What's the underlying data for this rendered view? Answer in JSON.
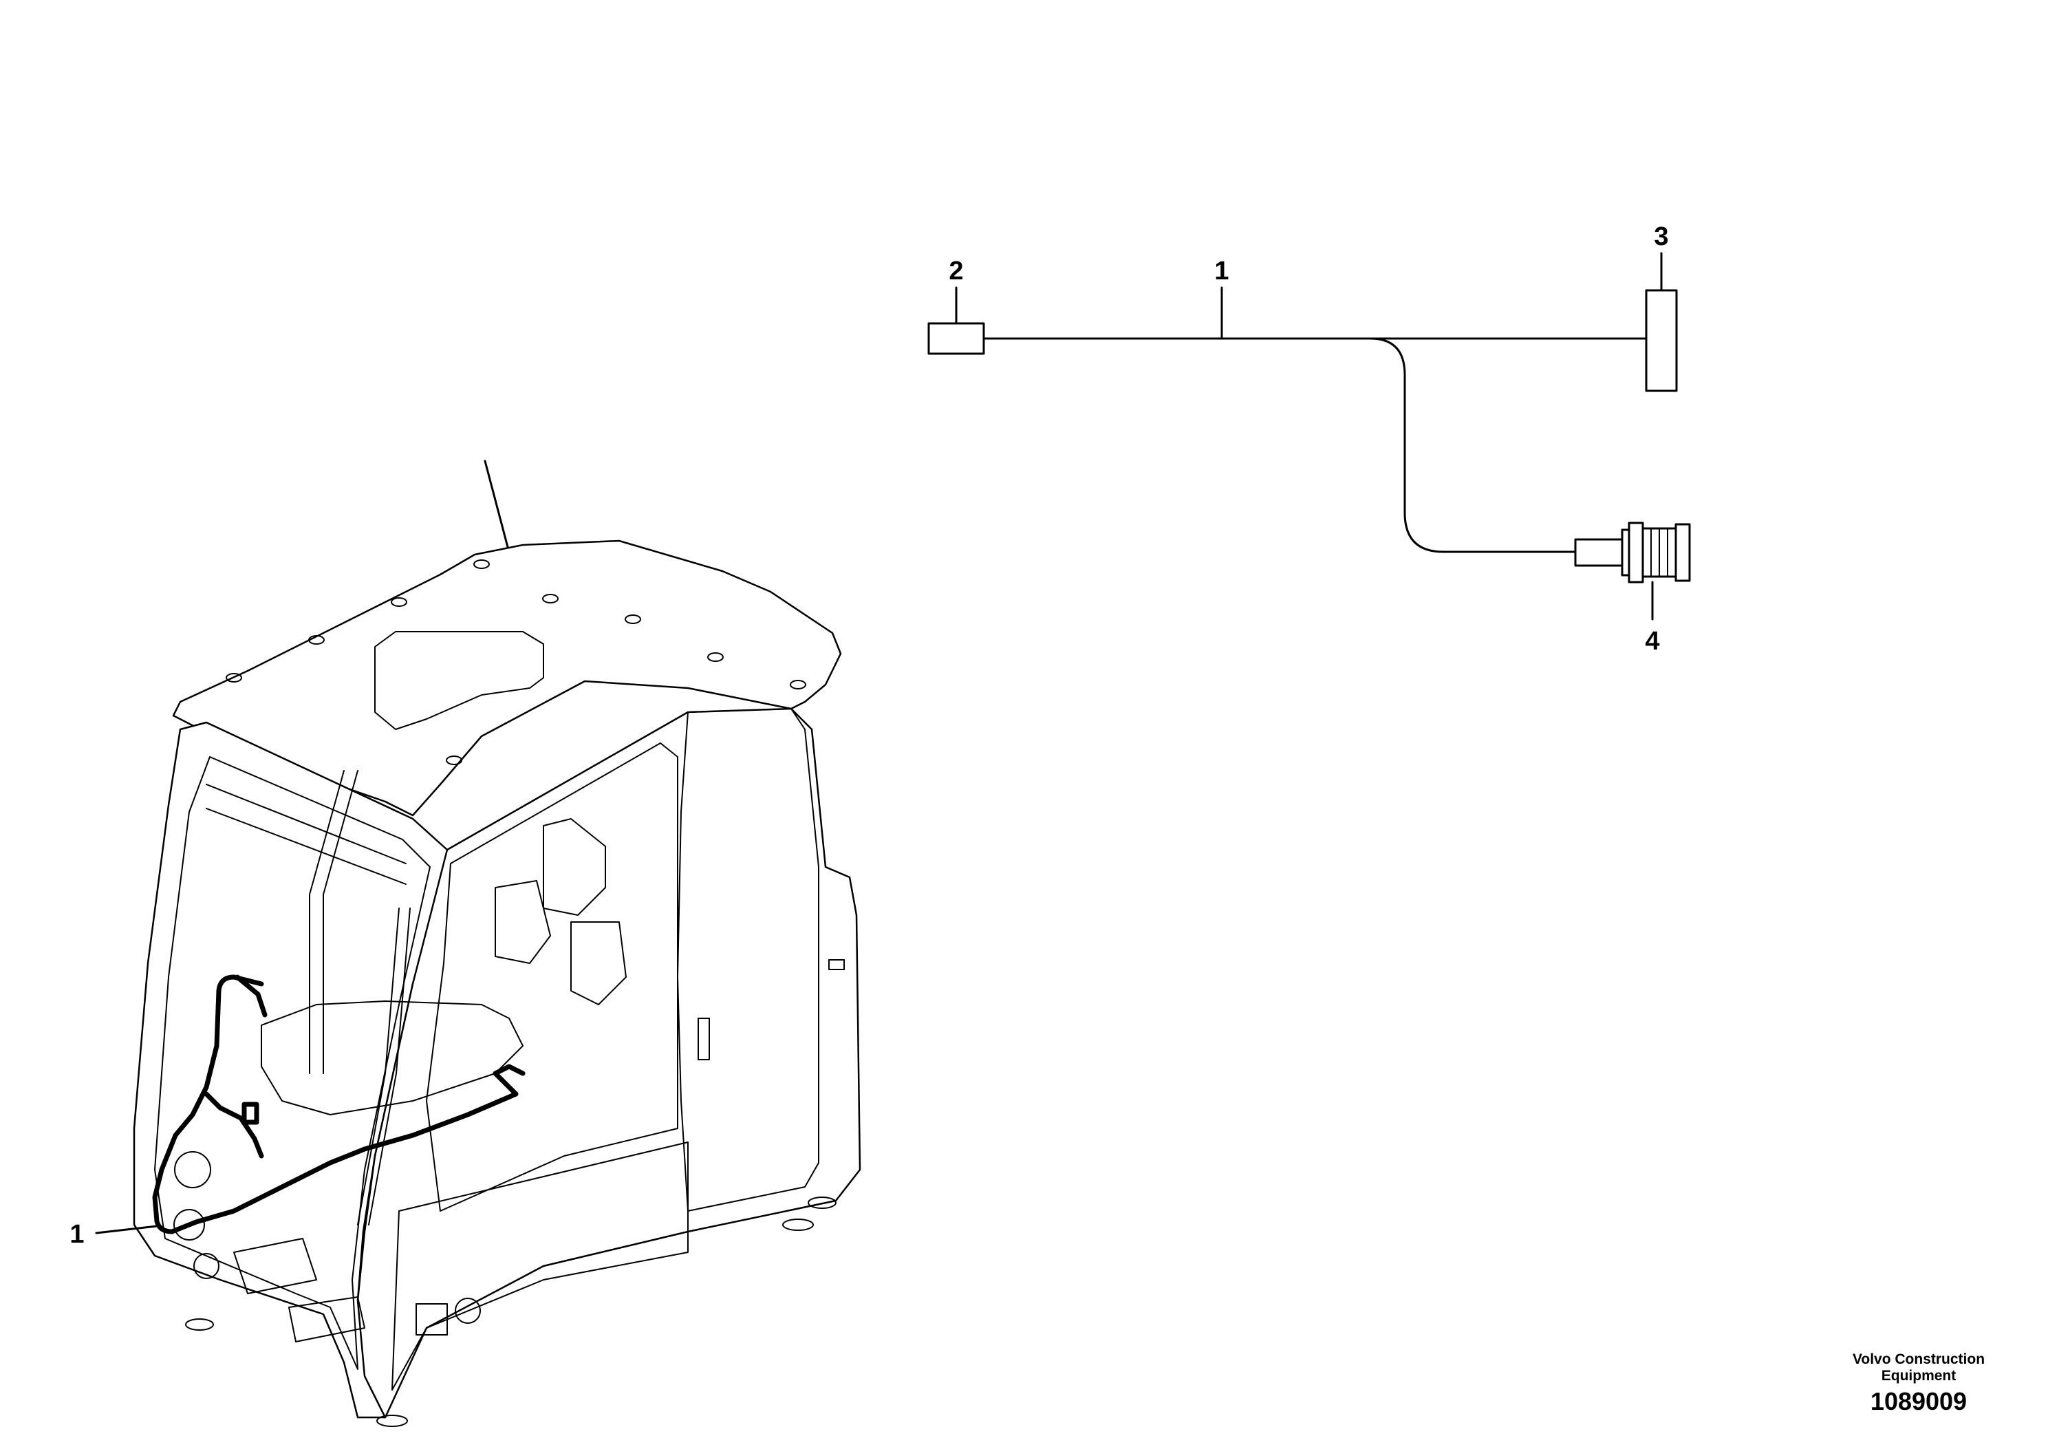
{
  "callouts": {
    "harness_on_cab": "1",
    "schematic_harness": "1",
    "connector_left": "2",
    "connector_right": "3",
    "plug_bottom": "4"
  },
  "footer": {
    "credit_line1": "Volvo Construction",
    "credit_line2": "Equipment",
    "doc_number": "1089009"
  }
}
